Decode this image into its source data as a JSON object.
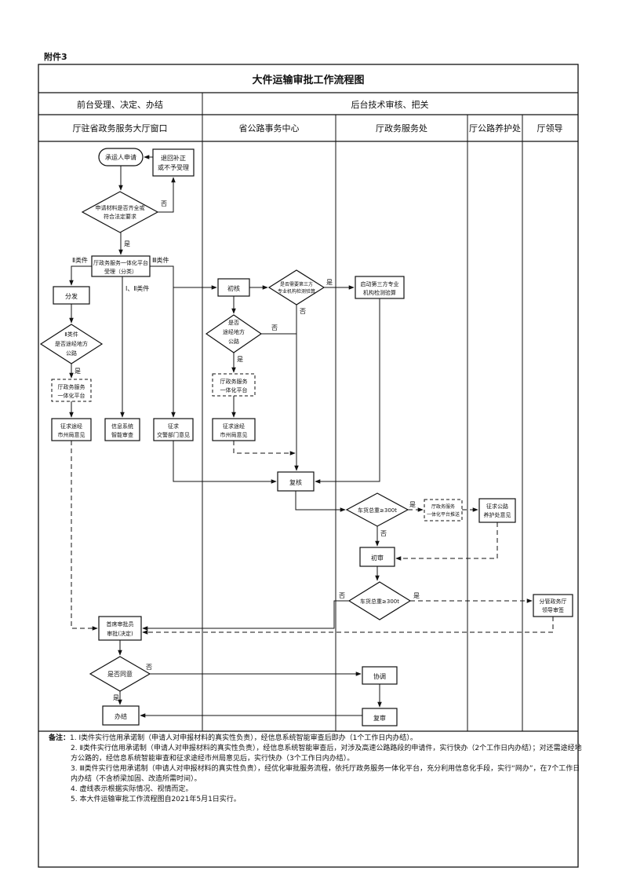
{
  "attachment": "附件3",
  "title": "大件运输审批工作流程图",
  "sections": {
    "front": "前台受理、决定、办结",
    "back": "后台技术审核、把关"
  },
  "lanes": [
    "厅驻省政务服务大厅窗口",
    "省公路事务中心",
    "厅政务服务处",
    "厅公路养护处",
    "厅领导"
  ],
  "nodes": {
    "apply": "承运人申请",
    "return": [
      "退回补正",
      "或不予受理"
    ],
    "check": [
      "申请材料是否齐全或",
      "符合法定要求"
    ],
    "platform": [
      "厅政务服务一体化平台",
      "受理（分类）"
    ],
    "split": "分发",
    "class2": [
      "Ⅱ类件",
      "是否途经地方",
      "公路"
    ],
    "platform2a": [
      "厅政务服务",
      "一体化平台"
    ],
    "solicit_a": [
      "征求途经",
      "市州局意见"
    ],
    "smart": [
      "信息系统",
      "智能审查"
    ],
    "traffic": [
      "征求",
      "交警部门意见"
    ],
    "initial": "初核",
    "third_q": [
      "是否需要第三方",
      "专业机构检测验算"
    ],
    "third": [
      "启动第三方专业",
      "机构检测验算"
    ],
    "local_q": [
      "是否",
      "途经地方",
      "公路"
    ],
    "platform2b": [
      "厅政务服务",
      "一体化平台"
    ],
    "solicit_b": [
      "征求途经",
      "市州局意见"
    ],
    "recheck": "复核",
    "weight1": "车货总重≥300t",
    "platform3": [
      "厅政务服务",
      "一体化平台推送"
    ],
    "maint": [
      "征求公路",
      "养护处意见"
    ],
    "prelim": "初审",
    "weight2": "车货总重≥300t",
    "leader": [
      "分管政务厅",
      "领导审签"
    ],
    "chief": [
      "首席审批员",
      "审批(决定)"
    ],
    "agree": "是否同意",
    "coord": "协调",
    "review": "复审",
    "finish": "办结"
  },
  "edge_labels": {
    "no": "否",
    "yes": "是",
    "class2": "Ⅱ类件",
    "class3": "Ⅲ类件",
    "class12": "Ⅰ、Ⅱ类件"
  },
  "notes": {
    "head": "备注：",
    "items": [
      "1. Ⅰ类件实行信用承诺制（申请人对申报材料的真实性负责），经信息系统智能审查后即办（1个工作日内办结）。",
      "2. Ⅱ类件实行信用承诺制（申请人对申报材料的真实性负责），经信息系统智能审查后，对涉及高速公路路段的申请件，实行快办（2个工作日内办结）；对还需途经地方公路的，经信息系统智能审查和征求途经市州局意见后，实行快办（3个工作日内办结）。",
      "3. Ⅲ类件实行信用承诺制（申请人对申报材料的真实性负责），经优化审批服务流程，依托厅政务服务一体化平台，充分利用信息化手段，实行“网办”，在7个工作日内办结（不含桥梁加固、改造所需时间）。",
      "4. 虚线表示根据实际情况、视情而定。",
      "5. 本大件运输审批工作流程图自2021年5月1日实行。"
    ]
  }
}
